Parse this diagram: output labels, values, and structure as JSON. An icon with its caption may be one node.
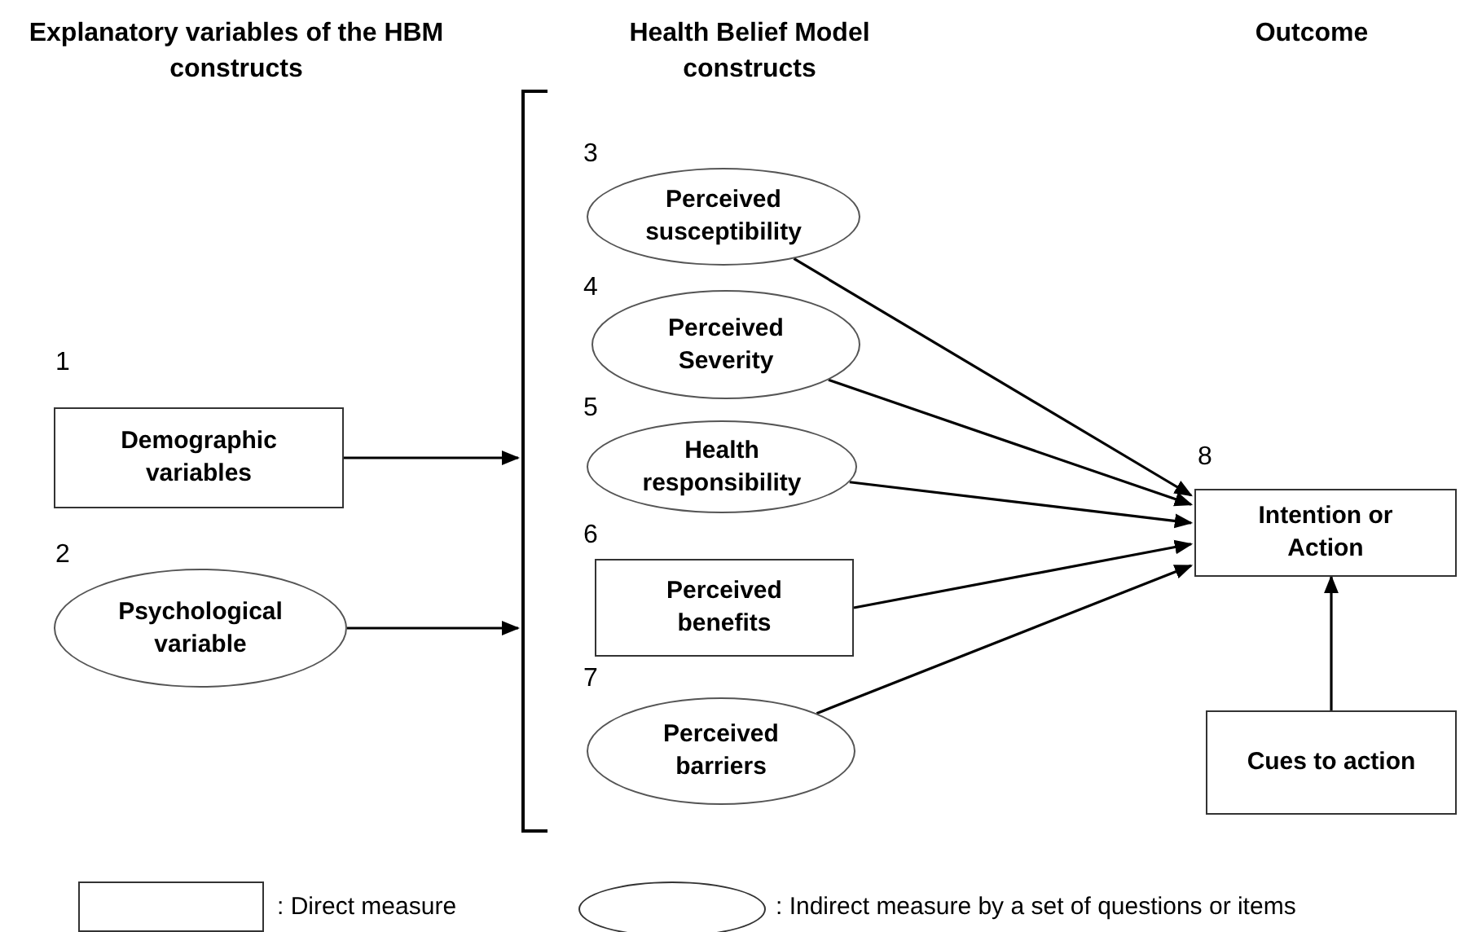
{
  "diagram": {
    "nodes": [
      {
        "text": [
          "Demographic variables"
        ],
        "beside": [
          "1"
        ]
      },
      {
        "text": [
          "Psychological variable"
        ],
        "beside": [
          "2"
        ]
      },
      {
        "text": [],
        "shape": "bracket"
      },
      {
        "text": [
          "Perceived susceptibility"
        ],
        "beside": [
          "3"
        ]
      },
      {
        "text": [
          "Perceived Severity"
        ],
        "beside": [
          "4"
        ]
      },
      {
        "text": [
          "Health responsibility"
        ],
        "beside": [
          "5"
        ]
      },
      {
        "text": [
          "Perceived benefits"
        ],
        "beside": [
          "6"
        ]
      },
      {
        "text": [
          "Perceived barriers"
        ],
        "beside": [
          "7"
        ]
      },
      {
        "text": [
          "Intention or Action"
        ],
        "beside": [
          "8"
        ]
      },
      {
        "text": [
          "Cues to action"
        ]
      }
    ],
    "edges": [
      {
        "from": 0,
        "to": 2,
        "arrow": "to"
      },
      {
        "from": 1,
        "to": 2,
        "arrow": "to"
      },
      {
        "from": 3,
        "to": 8,
        "arrow": "to"
      },
      {
        "from": 4,
        "to": 8,
        "arrow": "to"
      },
      {
        "from": 5,
        "to": 8,
        "arrow": "to"
      },
      {
        "from": 6,
        "to": 8,
        "arrow": "to"
      },
      {
        "from": 7,
        "to": 8,
        "arrow": "to"
      },
      {
        "from": 9,
        "to": 8,
        "arrow": "to"
      }
    ],
    "labels": [
      "Explanatory variables of the HBM constructs",
      "Health Belief Model constructs",
      "Outcome"
    ],
    "legend": [
      {
        "text": ": Direct measure"
      },
      {
        "text": ": Indirect measure by a set of questions or items"
      }
    ]
  }
}
